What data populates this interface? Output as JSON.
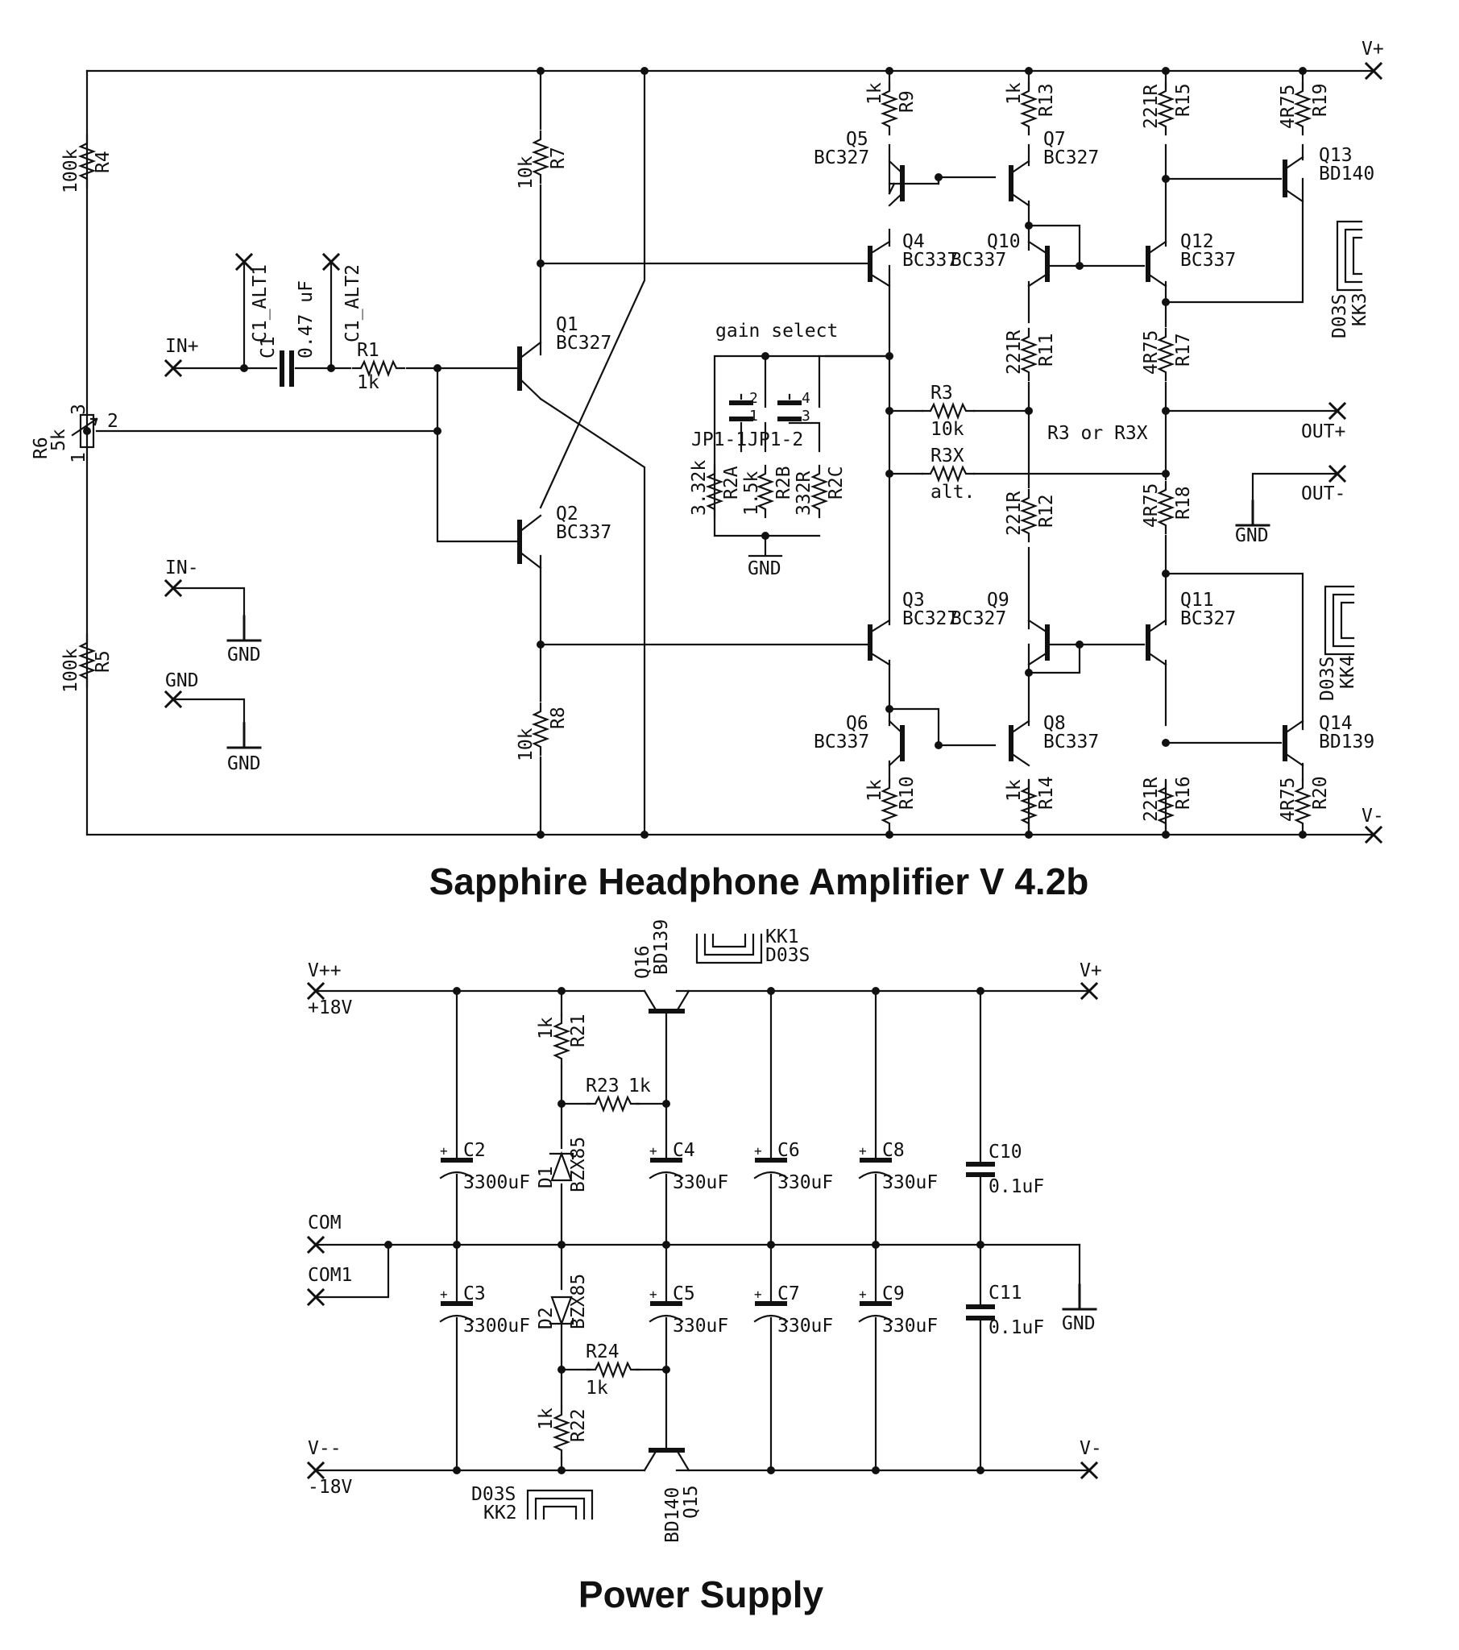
{
  "titles": {
    "amplifier": "Sapphire Headphone Amplifier V 4.2b",
    "power_supply": "Power Supply"
  },
  "amp": {
    "rails": {
      "vpos": "V+",
      "vneg": "V-"
    },
    "ports": {
      "in_pos": "IN+",
      "in_neg": "IN-",
      "gnd": "GND",
      "out_pos": "OUT+",
      "out_neg": "OUT-",
      "c1_alt1": "C1_ALT1",
      "c1_alt2": "C1_ALT2",
      "gnd_label": "GND"
    },
    "r4": {
      "name": "R4",
      "value": "100k"
    },
    "r5": {
      "name": "R5",
      "value": "100k"
    },
    "r6": {
      "name": "R6",
      "value": "5k",
      "pin1": "1",
      "pin2": "2",
      "pin3": "3"
    },
    "c1": {
      "name": "C1",
      "value": "0.47 uF"
    },
    "r1": {
      "name": "R1",
      "value": "1k"
    },
    "r7": {
      "name": "R7",
      "value": "10k"
    },
    "r8": {
      "name": "R8",
      "value": "10k"
    },
    "q1": {
      "name": "Q1",
      "part": "BC327"
    },
    "q2": {
      "name": "Q2",
      "part": "BC337"
    },
    "gain": {
      "label": "gain select",
      "jp1": "JP1-1",
      "jp2": "JP1-2",
      "pin1": "1",
      "pin2": "2",
      "pin3": "3",
      "pin4": "4",
      "r2a": {
        "name": "R2A",
        "value": "3.32k"
      },
      "r2b": {
        "name": "R2B",
        "value": "1.5k"
      },
      "r2c": {
        "name": "R2C",
        "value": "332R"
      }
    },
    "r3": {
      "name": "R3",
      "value": "10k"
    },
    "r3x": {
      "name": "R3X",
      "value": "alt."
    },
    "r3_note": "R3 or R3X",
    "q3": {
      "name": "Q3",
      "part": "BC327"
    },
    "q4": {
      "name": "Q4",
      "part": "BC337"
    },
    "q5": {
      "name": "Q5",
      "part": "BC327"
    },
    "q6": {
      "name": "Q6",
      "part": "BC337"
    },
    "q7": {
      "name": "Q7",
      "part": "BC327"
    },
    "q8": {
      "name": "Q8",
      "part": "BC337"
    },
    "q9": {
      "name": "Q9",
      "part": "BC327"
    },
    "q10": {
      "name": "Q10",
      "part": "BC337"
    },
    "q11": {
      "name": "Q11",
      "part": "BC327"
    },
    "q12": {
      "name": "Q12",
      "part": "BC337"
    },
    "q13": {
      "name": "Q13",
      "part": "BD140"
    },
    "q14": {
      "name": "Q14",
      "part": "BD139"
    },
    "r9": {
      "name": "R9",
      "value": "1k"
    },
    "r10": {
      "name": "R10",
      "value": "1k"
    },
    "r11": {
      "name": "R11",
      "value": "221R"
    },
    "r12": {
      "name": "R12",
      "value": "221R"
    },
    "r13": {
      "name": "R13",
      "value": "1k"
    },
    "r14": {
      "name": "R14",
      "value": "1k"
    },
    "r15": {
      "name": "R15",
      "value": "221R"
    },
    "r16": {
      "name": "R16",
      "value": "221R"
    },
    "r17": {
      "name": "R17",
      "value": "4R75"
    },
    "r18": {
      "name": "R18",
      "value": "4R75"
    },
    "r19": {
      "name": "R19",
      "value": "4R75"
    },
    "r20": {
      "name": "R20",
      "value": "4R75"
    },
    "kk3": {
      "name": "KK3",
      "part": "D03S"
    },
    "kk4": {
      "name": "KK4",
      "part": "D03S"
    }
  },
  "psu": {
    "ports": {
      "vpp": "V++",
      "vpp_v": "+18V",
      "vmm": "V--",
      "vmm_v": "-18V",
      "com": "COM",
      "com1": "COM1",
      "vpos": "V+",
      "vneg": "V-",
      "gnd": "GND"
    },
    "q16": {
      "name": "Q16",
      "part": "BD139"
    },
    "q15": {
      "name": "Q15",
      "part": "BD140"
    },
    "kk1": {
      "name": "KK1",
      "part": "D03S"
    },
    "kk2": {
      "name": "KK2",
      "part": "D03S"
    },
    "r21": {
      "name": "R21",
      "value": "1k"
    },
    "r22": {
      "name": "R22",
      "value": "1k"
    },
    "r23": {
      "name": "R23",
      "value": "1k"
    },
    "r24": {
      "name": "R24",
      "value": "1k"
    },
    "d1": {
      "name": "D1",
      "part": "BZX85"
    },
    "d2": {
      "name": "D2",
      "part": "BZX85"
    },
    "c2": {
      "name": "C2",
      "value": "3300uF"
    },
    "c3": {
      "name": "C3",
      "value": "3300uF"
    },
    "c4": {
      "name": "C4",
      "value": "330uF"
    },
    "c5": {
      "name": "C5",
      "value": "330uF"
    },
    "c6": {
      "name": "C6",
      "value": "330uF"
    },
    "c7": {
      "name": "C7",
      "value": "330uF"
    },
    "c8": {
      "name": "C8",
      "value": "330uF"
    },
    "c9": {
      "name": "C9",
      "value": "330uF"
    },
    "c10": {
      "name": "C10",
      "value": "0.1uF"
    },
    "c11": {
      "name": "C11",
      "value": "0.1uF"
    },
    "plus": "+"
  }
}
